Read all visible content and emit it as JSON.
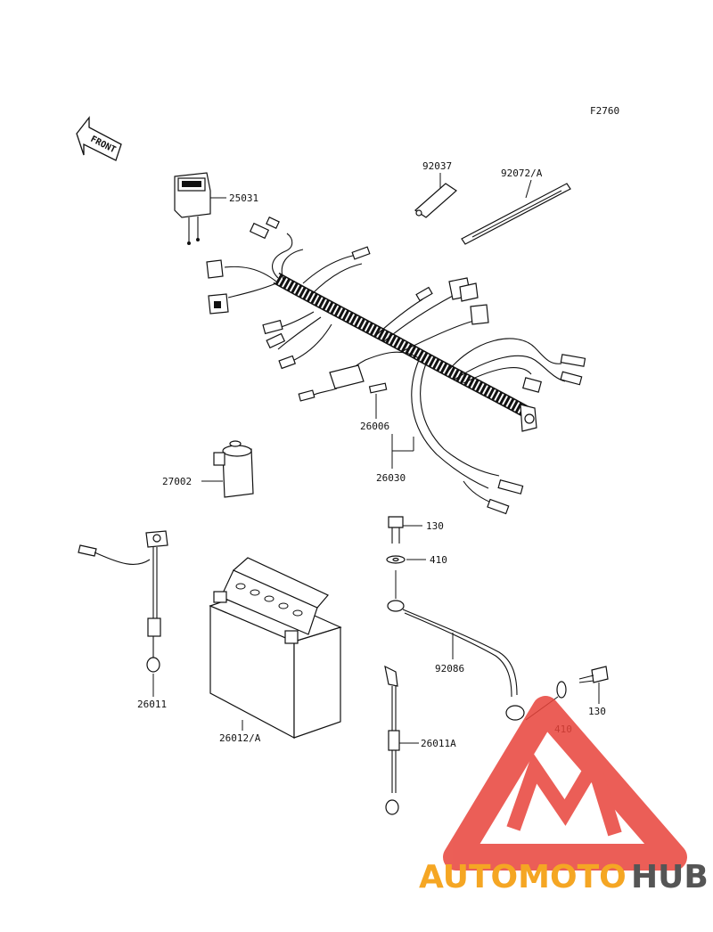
{
  "figure_code": "F2760",
  "front_arrow_label": "FRONT",
  "callouts": {
    "c25031": "25031",
    "c92037": "92037",
    "c92072A": "92072/A",
    "c26006": "26006",
    "c26030": "26030",
    "c27002": "27002",
    "c130a": "130",
    "c410a": "410",
    "c92086": "92086",
    "c130b": "130",
    "c410b": "410",
    "c26011": "26011",
    "c26012A": "26012/A",
    "c26011A": "26011A"
  },
  "watermark": {
    "part1": "AUTOMOTO",
    "part2": "HUB",
    "color1": "#f5a623",
    "color2": "#555555",
    "triangle_color": "#e8433a"
  }
}
